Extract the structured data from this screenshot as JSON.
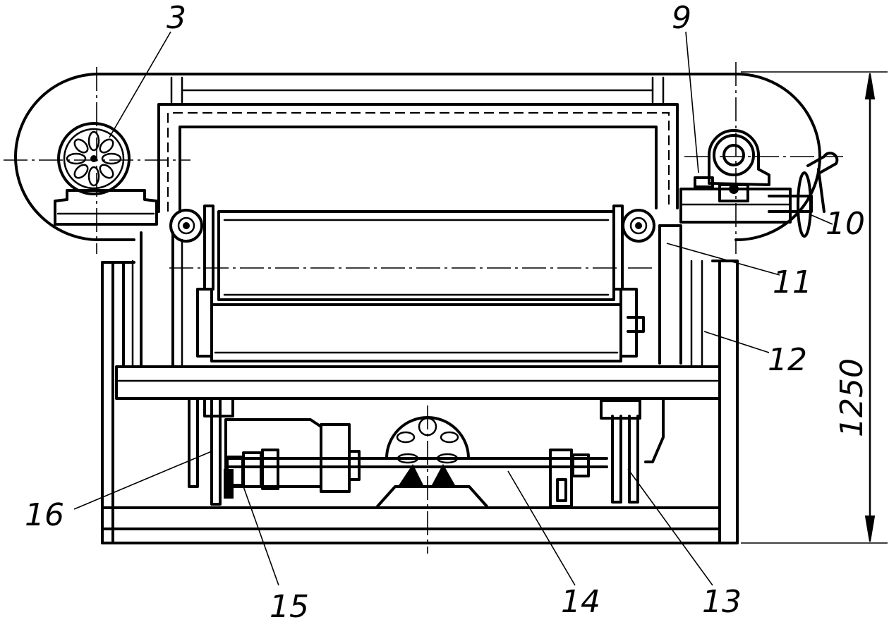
{
  "labels": {
    "l3": "3",
    "l9": "9",
    "l10": "10",
    "l11": "11",
    "l12": "12",
    "l13": "13",
    "l14": "14",
    "l15": "15",
    "l16": "16"
  },
  "dimension": {
    "height_value": "1250"
  }
}
